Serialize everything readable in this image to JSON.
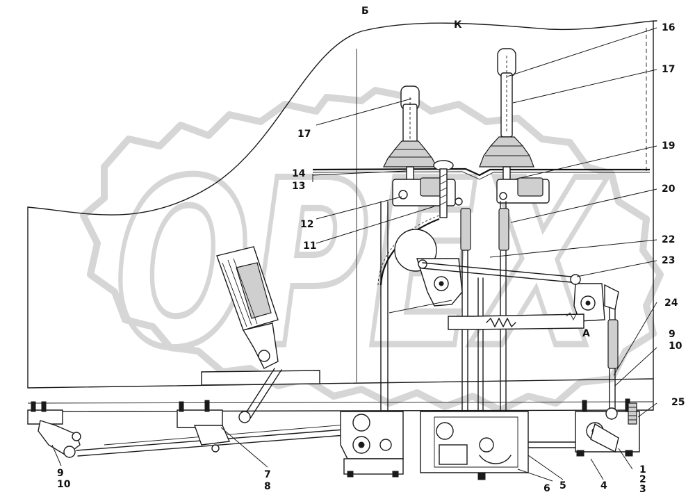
{
  "labels": {
    "section_b": "Б",
    "section_k": "К",
    "view_a": "А",
    "l16": "16",
    "l17a": "17",
    "l17b": "17",
    "l19": "19",
    "l20": "20",
    "l22": "22",
    "l23": "23",
    "l24": "24",
    "l9a": "9",
    "l10a": "10",
    "l25": "25",
    "l14": "14",
    "l13": "13",
    "l12": "12",
    "l11": "11",
    "l1": "1",
    "l2": "2",
    "l3": "3",
    "l4": "4",
    "l5": "5",
    "l6": "6",
    "l7": "7",
    "l8": "8",
    "l9b": "9",
    "l10b": "10"
  },
  "watermark": {
    "brand": "OPEX",
    "color": "#d2d2d2"
  },
  "colors": {
    "ink": "#1a1a1a",
    "paper": "#ffffff"
  }
}
